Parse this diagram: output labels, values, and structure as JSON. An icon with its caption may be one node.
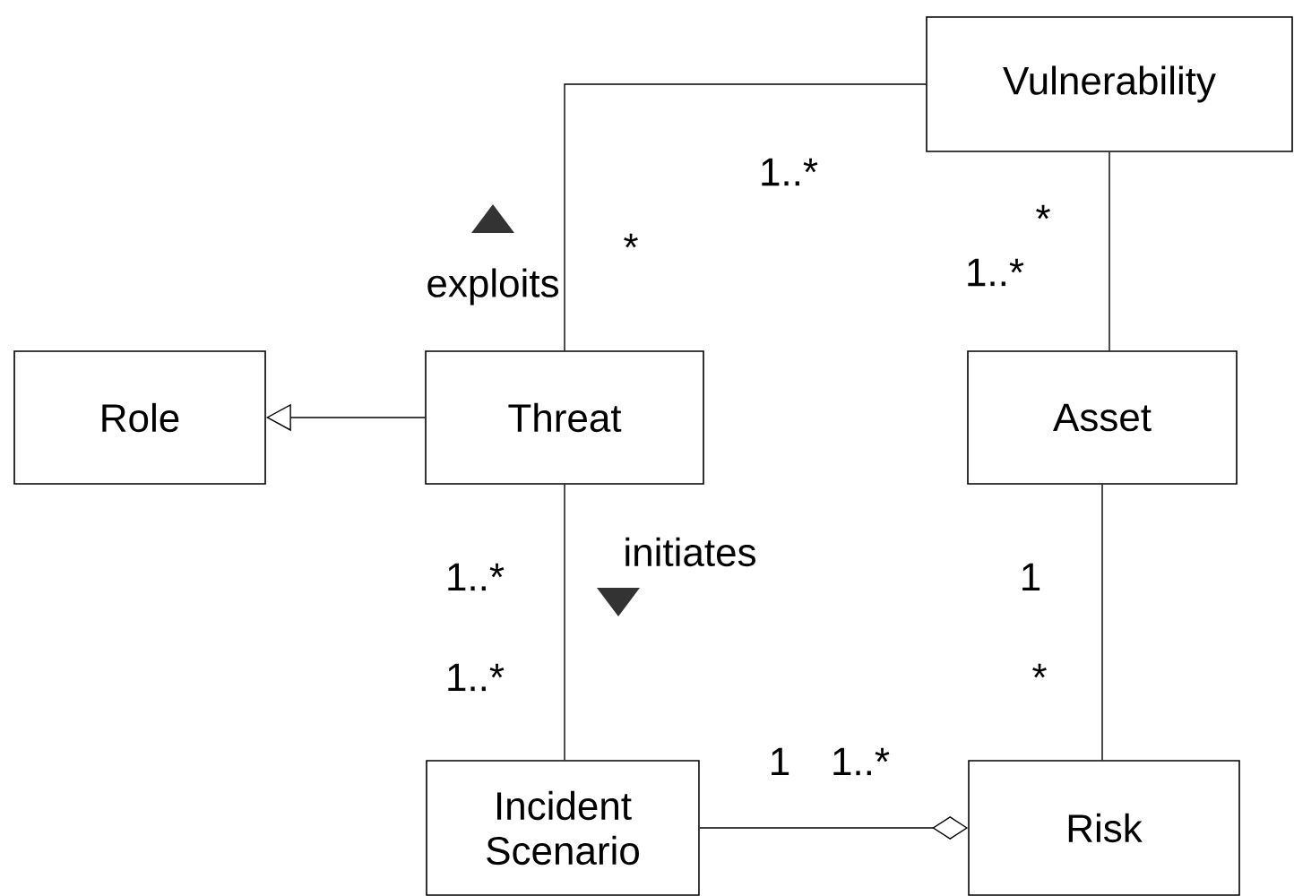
{
  "diagram": {
    "nodes": [
      {
        "text": [
          "Vulnerability"
        ]
      },
      {
        "text": [
          "Role"
        ]
      },
      {
        "text": [
          "Threat"
        ]
      },
      {
        "text": [
          "Asset"
        ]
      },
      {
        "text": [
          "Incident Scenario"
        ]
      },
      {
        "text": [
          "Risk"
        ]
      }
    ],
    "edges": [
      {
        "from": 2,
        "to": 0,
        "arrow": "none",
        "label": "exploits"
      },
      {
        "from": 2,
        "to": 1,
        "arrow": "to"
      },
      {
        "from": 0,
        "to": 3,
        "arrow": "none"
      },
      {
        "from": 2,
        "to": 4,
        "arrow": "none",
        "label": "initiates"
      },
      {
        "from": 3,
        "to": 5,
        "arrow": "none"
      },
      {
        "from": 4,
        "to": 5,
        "arrow": "other"
      }
    ],
    "labels": [
      "1..*",
      "*",
      "*",
      "1..*",
      "1..*",
      "1",
      "1..*",
      "*",
      "1",
      "1..*"
    ]
  }
}
